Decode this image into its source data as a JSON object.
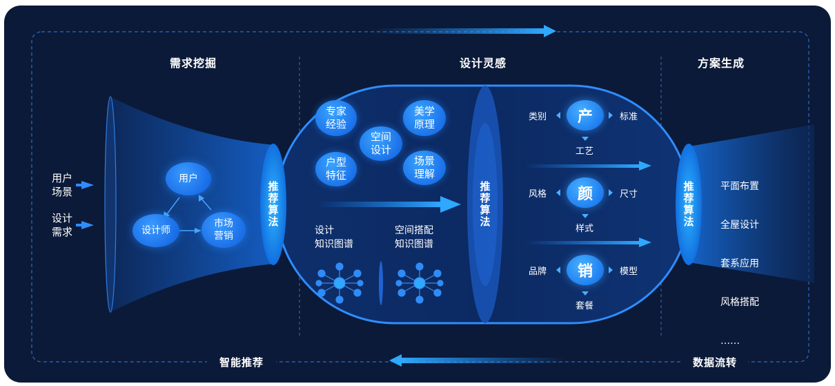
{
  "sections": {
    "demand": "需求挖掘",
    "inspiration": "设计灵感",
    "generation": "方案生成"
  },
  "bottom": {
    "left": "智能推荐",
    "right": "数据流转"
  },
  "inputs": [
    "用户\n场景",
    "设计\n需求"
  ],
  "triangle": {
    "user": "用户",
    "designer": "设计师",
    "marketing": "市场\n营销"
  },
  "algo_label": "推\n荐\n算\n法",
  "bubbles": [
    "专家\n经验",
    "美学\n原理",
    "空间\n设计",
    "户型\n特征",
    "场景\n理解"
  ],
  "knowledge": {
    "design": "设计\n知识图谱",
    "space": "空间搭配\n知识图谱"
  },
  "matrix": [
    {
      "center": "产",
      "left": "类别",
      "right": "标准",
      "bottom": "工艺"
    },
    {
      "center": "颜",
      "left": "风格",
      "right": "尺寸",
      "bottom": "样式"
    },
    {
      "center": "销",
      "left": "品牌",
      "right": "模型",
      "bottom": "套餐"
    }
  ],
  "outputs": [
    "平面布置",
    "全屋设计",
    "套系应用",
    "风格搭配",
    "……"
  ],
  "colors": {
    "background": "#0b1a38",
    "accent": "#1b8cff",
    "glow": "#2fa8ff"
  }
}
